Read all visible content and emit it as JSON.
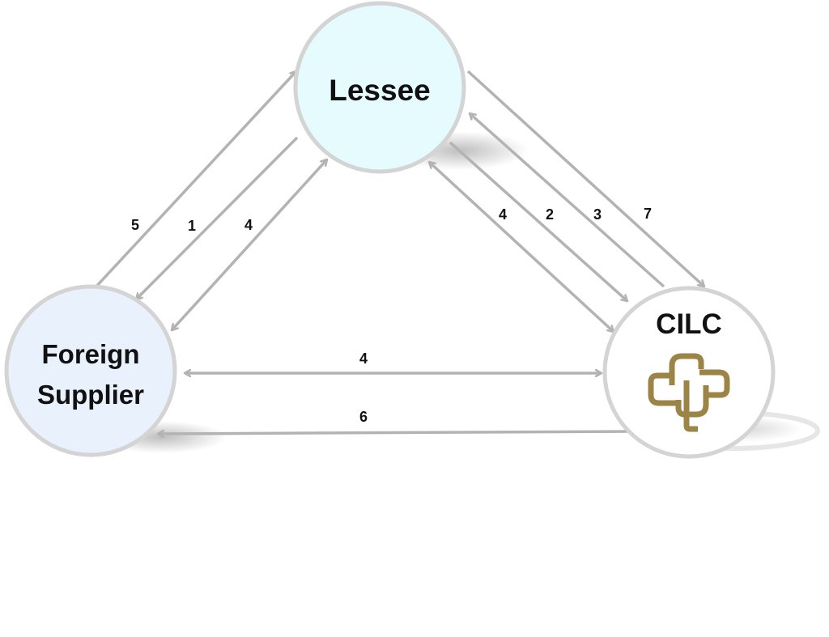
{
  "nodes": {
    "lessee": {
      "label": "Lessee"
    },
    "foreign_supplier": {
      "label_line1": "Foreign",
      "label_line2": "Supplier"
    },
    "cilc": {
      "label": "CILC",
      "logo_icon": "cilc-interlocking-logo"
    }
  },
  "edges": [
    {
      "id": "e5",
      "from": "Foreign Supplier",
      "to": "Lessee",
      "label": "5"
    },
    {
      "id": "e1",
      "from": "Lessee",
      "to": "Foreign Supplier",
      "label": "1"
    },
    {
      "id": "e4a",
      "from": "Foreign Supplier",
      "to": "Lessee",
      "bidirectional": true,
      "label": "4"
    },
    {
      "id": "e4b",
      "from": "Lessee",
      "to": "CILC",
      "bidirectional": true,
      "label": "4"
    },
    {
      "id": "e2",
      "from": "Lessee",
      "to": "CILC",
      "label": "2"
    },
    {
      "id": "e3",
      "from": "CILC",
      "to": "Lessee",
      "label": "3"
    },
    {
      "id": "e7",
      "from": "Lessee",
      "to": "CILC",
      "label": "7"
    },
    {
      "id": "e4c",
      "from": "Foreign Supplier",
      "to": "CILC",
      "bidirectional": true,
      "label": "4"
    },
    {
      "id": "e6",
      "from": "CILC",
      "to": "Foreign Supplier",
      "label": "6"
    }
  ],
  "colors": {
    "lessee_fill": "#e6fbfe",
    "supplier_fill": "#e9f1fd",
    "cilc_fill": "#ffffff",
    "node_border": "#d4d4d4",
    "arrow": "#b3b3b3",
    "logo": "#9c8447"
  }
}
